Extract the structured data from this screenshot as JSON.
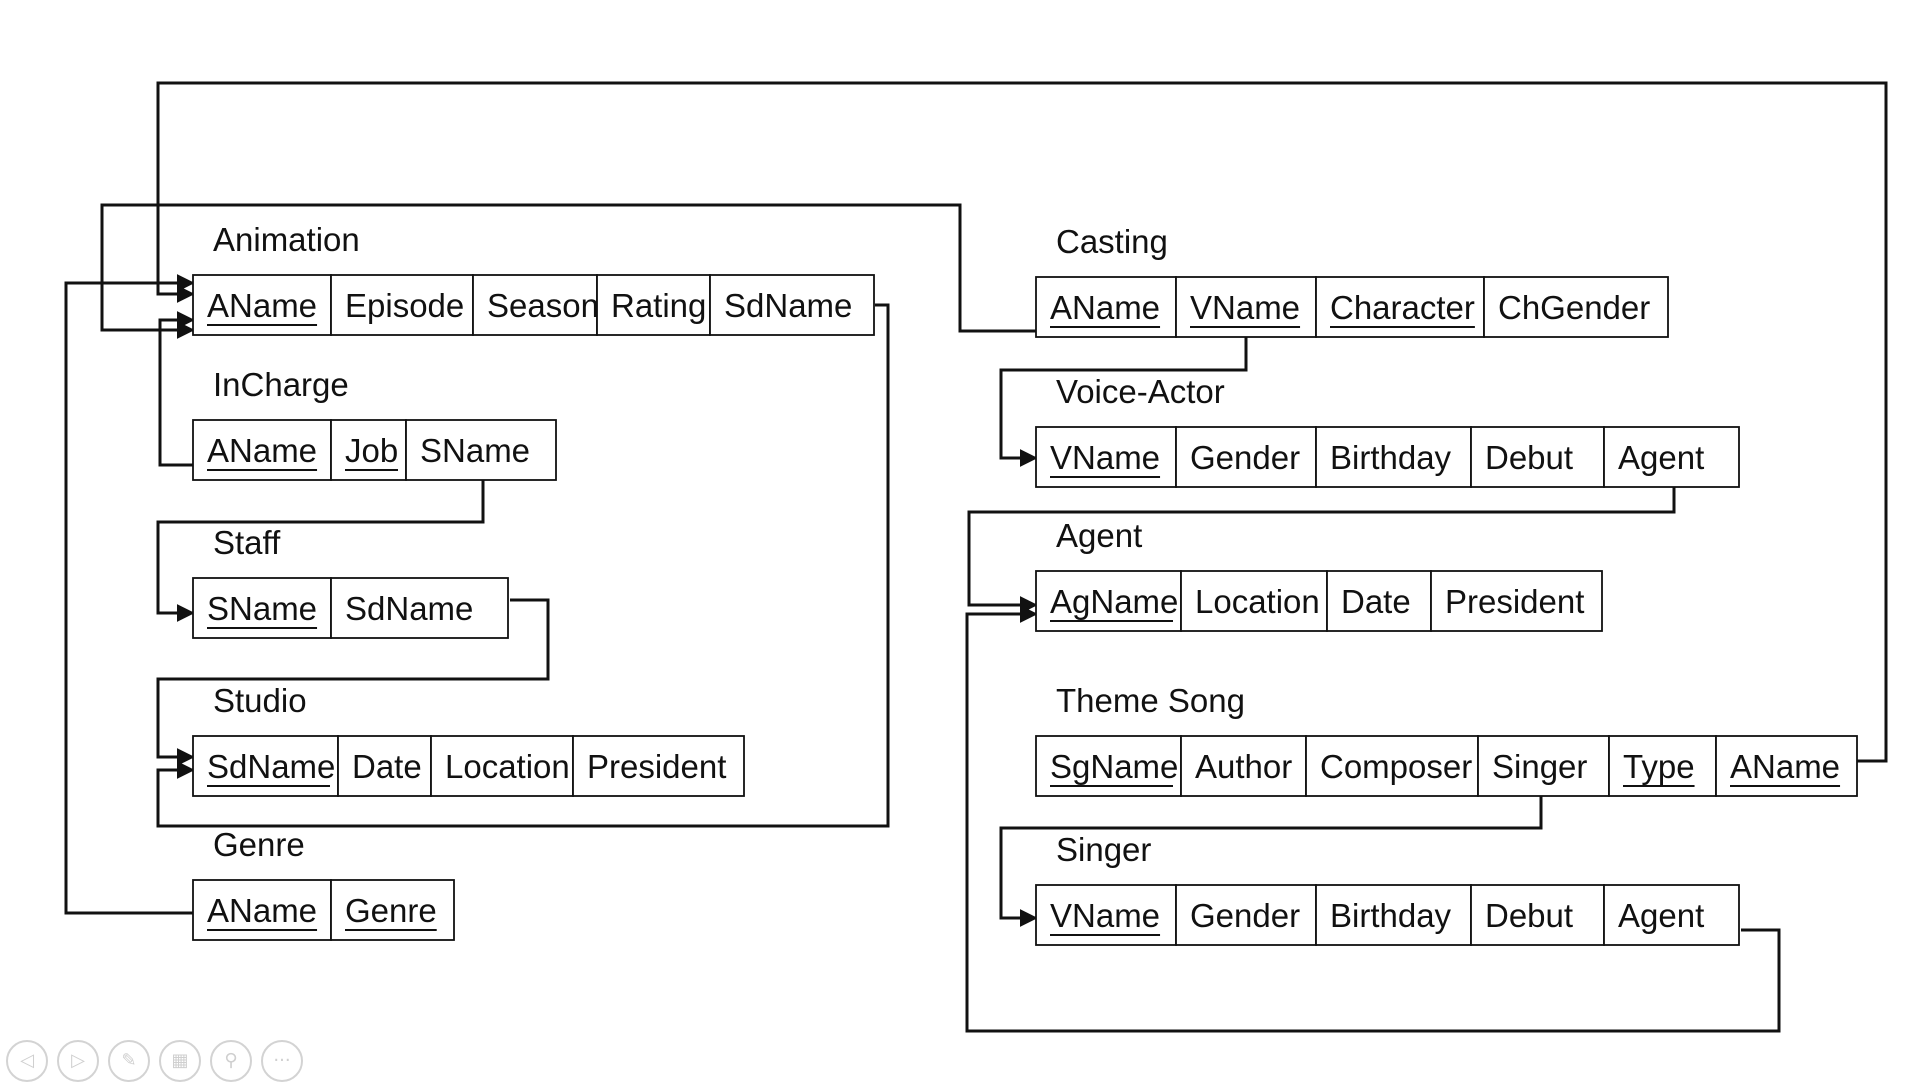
{
  "relations": [
    {
      "id": "animation",
      "name": "Animation",
      "attributes": [
        {
          "name": "AName",
          "key": true
        },
        {
          "name": "Episode",
          "key": false
        },
        {
          "name": "Season",
          "key": false
        },
        {
          "name": "Rating",
          "key": false
        },
        {
          "name": "SdName",
          "key": false
        }
      ]
    },
    {
      "id": "incharge",
      "name": "InCharge",
      "attributes": [
        {
          "name": "AName",
          "key": true
        },
        {
          "name": "Job",
          "key": true
        },
        {
          "name": "SName",
          "key": false
        }
      ]
    },
    {
      "id": "staff",
      "name": "Staff",
      "attributes": [
        {
          "name": "SName",
          "key": true
        },
        {
          "name": "SdName",
          "key": false
        }
      ]
    },
    {
      "id": "studio",
      "name": "Studio",
      "attributes": [
        {
          "name": "SdName",
          "key": true
        },
        {
          "name": "Date",
          "key": false
        },
        {
          "name": "Location",
          "key": false
        },
        {
          "name": "President",
          "key": false
        }
      ]
    },
    {
      "id": "genre",
      "name": "Genre",
      "attributes": [
        {
          "name": "AName",
          "key": true
        },
        {
          "name": "Genre",
          "key": true
        }
      ]
    },
    {
      "id": "casting",
      "name": "Casting",
      "attributes": [
        {
          "name": "AName",
          "key": true
        },
        {
          "name": "VName",
          "key": true
        },
        {
          "name": "Character",
          "key": true
        },
        {
          "name": "ChGender",
          "key": false
        }
      ]
    },
    {
      "id": "voice_actor",
      "name": "Voice-Actor",
      "attributes": [
        {
          "name": "VName",
          "key": true
        },
        {
          "name": "Gender",
          "key": false
        },
        {
          "name": "Birthday",
          "key": false
        },
        {
          "name": "Debut",
          "key": false
        },
        {
          "name": "Agent",
          "key": false
        }
      ]
    },
    {
      "id": "agent",
      "name": "Agent",
      "attributes": [
        {
          "name": "AgName",
          "key": true
        },
        {
          "name": "Location",
          "key": false
        },
        {
          "name": "Date",
          "key": false
        },
        {
          "name": "President",
          "key": false
        }
      ]
    },
    {
      "id": "theme_song",
      "name": "Theme Song",
      "attributes": [
        {
          "name": "SgName",
          "key": true
        },
        {
          "name": "Author",
          "key": false
        },
        {
          "name": "Composer",
          "key": false
        },
        {
          "name": "Singer",
          "key": false
        },
        {
          "name": "Type",
          "key": true
        },
        {
          "name": "AName",
          "key": true
        }
      ]
    },
    {
      "id": "singer",
      "name": "Singer",
      "attributes": [
        {
          "name": "VName",
          "key": true
        },
        {
          "name": "Gender",
          "key": false
        },
        {
          "name": "Birthday",
          "key": false
        },
        {
          "name": "Debut",
          "key": false
        },
        {
          "name": "Agent",
          "key": false
        }
      ]
    }
  ],
  "foreign_keys": [
    {
      "id": "animation-sdname-to-studio",
      "from": "Animation.SdName",
      "to": "Studio.SdName"
    },
    {
      "id": "incharge-aname-to-animation",
      "from": "InCharge.AName",
      "to": "Animation.AName"
    },
    {
      "id": "incharge-sname-to-staff",
      "from": "InCharge.SName",
      "to": "Staff.SName"
    },
    {
      "id": "staff-sdname-to-studio",
      "from": "Staff.SdName",
      "to": "Studio.SdName"
    },
    {
      "id": "genre-aname-to-animation",
      "from": "Genre.AName",
      "to": "Animation.AName"
    },
    {
      "id": "casting-aname-to-animation",
      "from": "Casting.AName",
      "to": "Animation.AName"
    },
    {
      "id": "casting-vname-to-voice-actor",
      "from": "Casting.VName",
      "to": "Voice-Actor.VName"
    },
    {
      "id": "voice-actor-agent-to-agent",
      "from": "Voice-Actor.Agent",
      "to": "Agent.AgName"
    },
    {
      "id": "theme-song-aname-to-animation",
      "from": "Theme Song.AName",
      "to": "Animation.AName"
    },
    {
      "id": "theme-song-singer-to-singer",
      "from": "Theme Song.Singer",
      "to": "Singer.VName"
    },
    {
      "id": "singer-agent-to-agent",
      "from": "Singer.Agent",
      "to": "Agent.AgName"
    }
  ],
  "controls": [
    {
      "id": "prev",
      "icon": "arrow-left-icon",
      "glyph": "◁"
    },
    {
      "id": "next",
      "icon": "arrow-right-icon",
      "glyph": "▷"
    },
    {
      "id": "pen",
      "icon": "pen-icon",
      "glyph": "✎"
    },
    {
      "id": "slides",
      "icon": "slides-grid-icon",
      "glyph": "▦"
    },
    {
      "id": "zoom",
      "icon": "magnifier-icon",
      "glyph": "⚲"
    },
    {
      "id": "more",
      "icon": "more-options-icon",
      "glyph": "···"
    }
  ]
}
